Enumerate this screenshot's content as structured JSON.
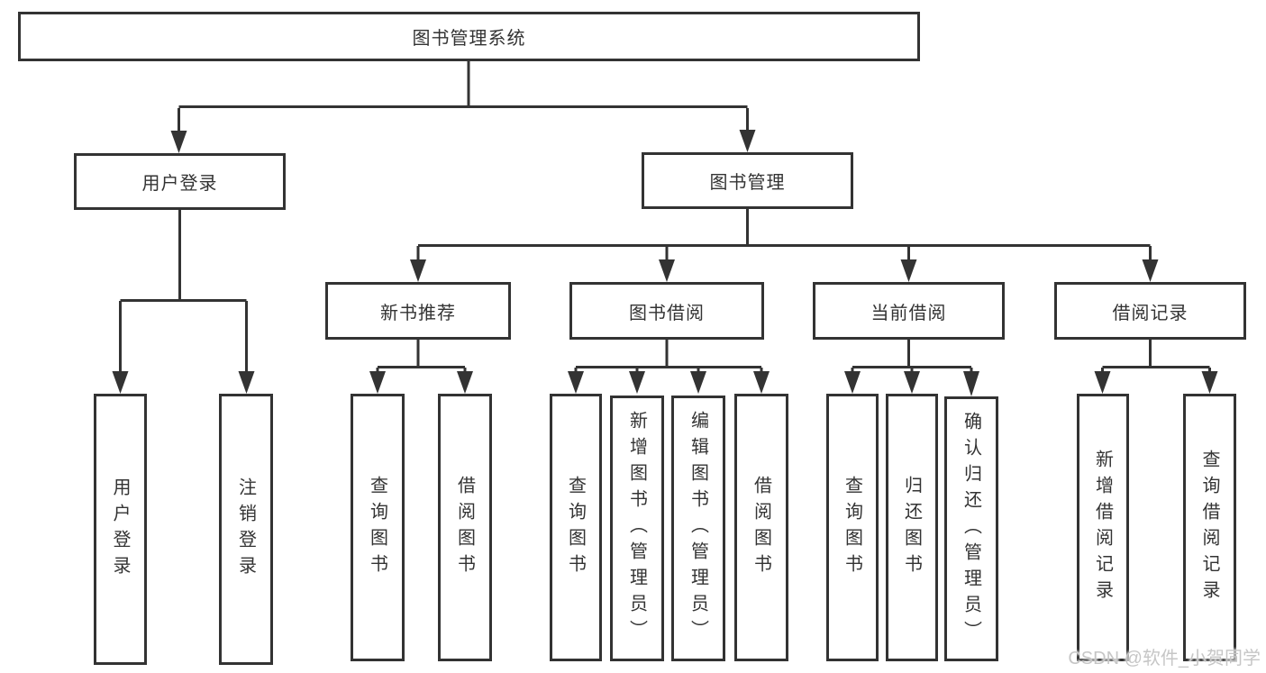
{
  "tree": {
    "label": "图书管理系统",
    "children": [
      {
        "label": "用户登录",
        "children": [
          {
            "label": "用户登录"
          },
          {
            "label": "注销登录"
          }
        ]
      },
      {
        "label": "图书管理",
        "children": [
          {
            "label": "新书推荐",
            "children": [
              {
                "label": "查询图书"
              },
              {
                "label": "借阅图书"
              }
            ]
          },
          {
            "label": "图书借阅",
            "children": [
              {
                "label": "查询图书"
              },
              {
                "label": "新增图书（管理员）"
              },
              {
                "label": "编辑图书（管理员）"
              },
              {
                "label": "借阅图书"
              }
            ]
          },
          {
            "label": "当前借阅",
            "children": [
              {
                "label": "查询图书"
              },
              {
                "label": "归还图书"
              },
              {
                "label": "确认归还（管理员）"
              }
            ]
          },
          {
            "label": "借阅记录",
            "children": [
              {
                "label": "新增借阅记录"
              },
              {
                "label": "查询借阅记录"
              }
            ]
          }
        ]
      }
    ]
  },
  "watermark": {
    "text": "CSDN @软件_小贺同学"
  },
  "colors": {
    "line": "#333333",
    "text": "#333333",
    "node_background": "#ffffff",
    "page_background": "#ffffff",
    "watermark": "#c6c6c6"
  }
}
